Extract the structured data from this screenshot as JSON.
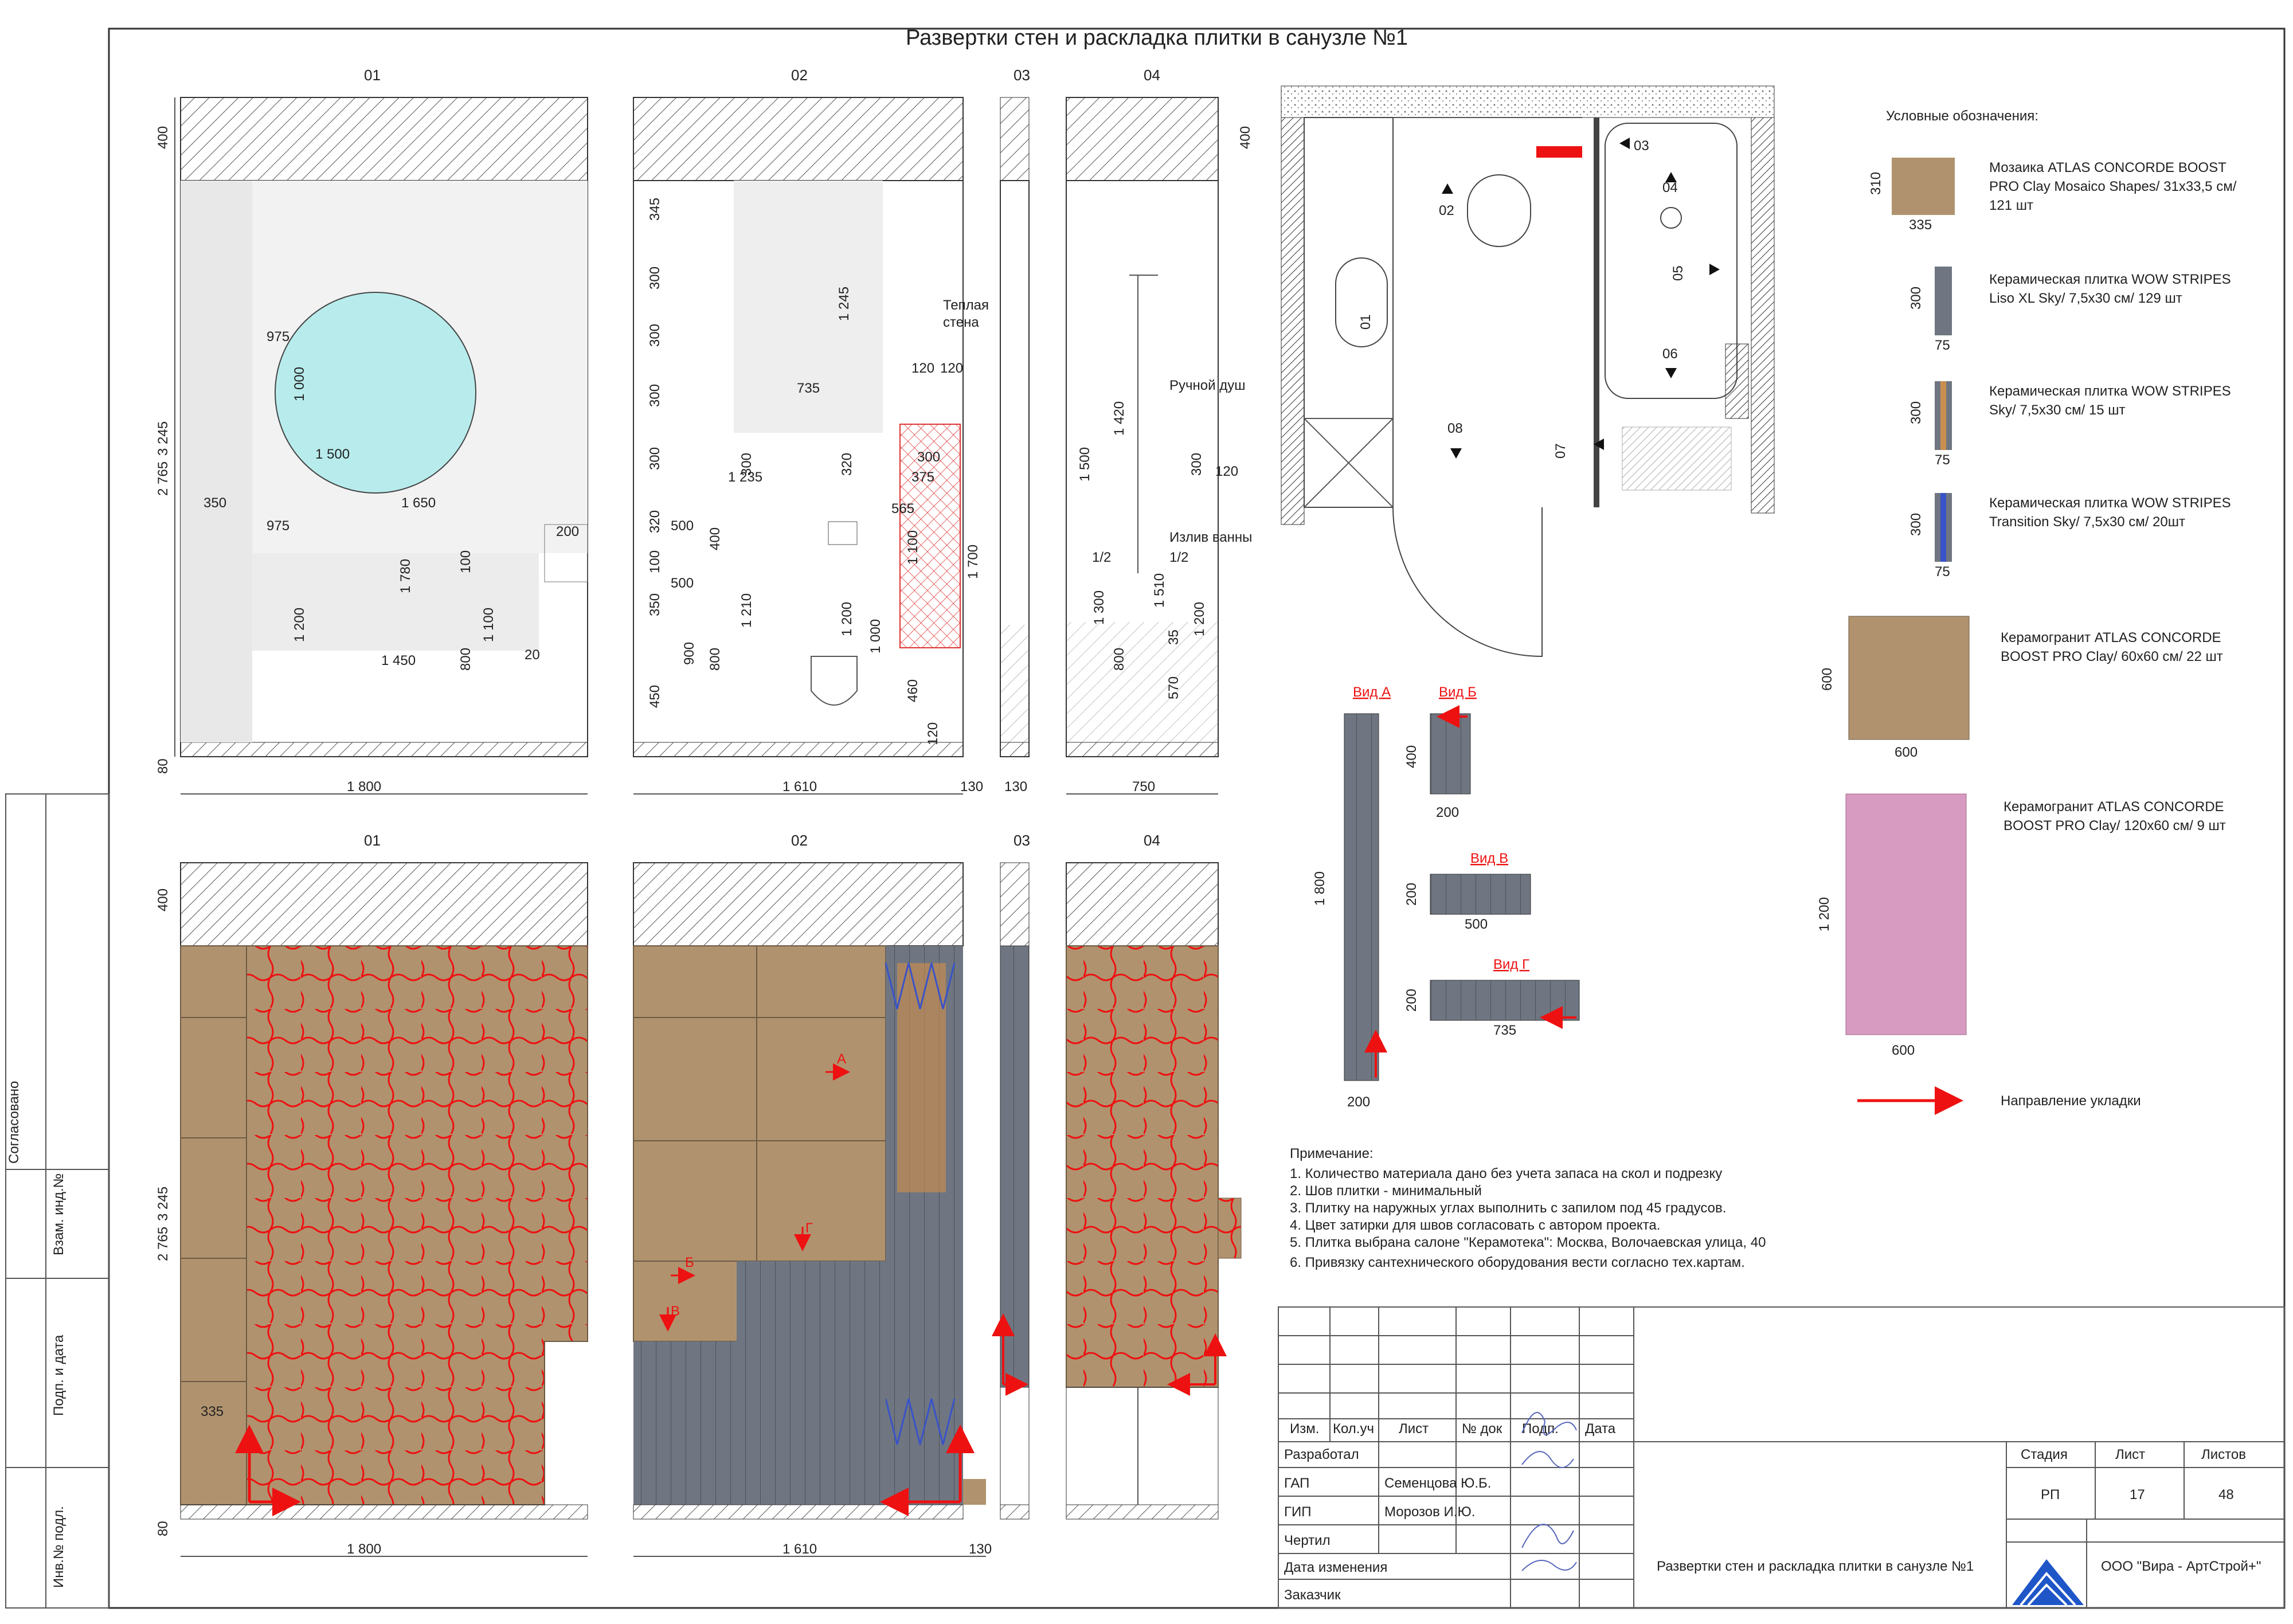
{
  "title": "Развертки стен и раскладка плитки в санузле №1",
  "sections": {
    "top": [
      "01",
      "02",
      "03",
      "04"
    ],
    "bottom": [
      "01",
      "02",
      "03",
      "04"
    ]
  },
  "elev_top": {
    "w01": {
      "h400": "400",
      "h3245": "3 245",
      "h2765": "2 765",
      "h80": "80",
      "w1800": "1 800",
      "d975a": "975",
      "d1000": "1 000",
      "d1500": "1 500",
      "d1650": "1 650",
      "d350": "350",
      "d975b": "975",
      "d200": "200",
      "d100": "100",
      "d1780": "1 780",
      "d1200": "1 200",
      "d1100": "1 100",
      "d1450": "1 450",
      "d800": "800",
      "d20": "20"
    },
    "w02": {
      "d345": "345",
      "d300a": "300",
      "d300b": "300",
      "d300c": "300",
      "d300d": "300",
      "d320": "320",
      "d100": "100",
      "d350": "350",
      "d450": "450",
      "d500a": "500",
      "d500b": "500",
      "d400": "400",
      "d900": "900",
      "d800": "800",
      "d1210": "1 210",
      "d735": "735",
      "d1235": "1 235",
      "d1245": "1 245",
      "d300e": "300",
      "d320b": "320",
      "d375": "375",
      "d565": "565",
      "d1100": "1 100",
      "d1700": "1 700",
      "d1200": "1 200",
      "d1000": "1 000",
      "d460": "460",
      "d120": "120",
      "d120a": "120",
      "d120b": "120",
      "w1610": "1 610",
      "w130": "130",
      "warm": "Теплая",
      "warm2": "стена"
    },
    "w03": {
      "w130": "130"
    },
    "w04": {
      "h400": "400",
      "d1500": "1 500",
      "d1420": "1 420",
      "d300": "300",
      "d120": "120",
      "d1300": "1 300",
      "d800": "800",
      "d1510": "1 510",
      "d35": "35",
      "d1200": "1 200",
      "d570": "570",
      "half1": "1/2",
      "half2": "1/2",
      "shower": "Ручной душ",
      "spout": "Излив ванны",
      "w750": "750"
    }
  },
  "elev_bottom": {
    "w01": {
      "h400": "400",
      "h3245": "3 245",
      "h2765": "2 765",
      "h80": "80",
      "d335": "335",
      "w1800": "1 800"
    },
    "w02": {
      "w1610": "1 610",
      "w130": "130",
      "mA": "А",
      "mB": "Б",
      "mV": "В",
      "mG": "Г"
    }
  },
  "plan": {
    "h400": "400",
    "views": [
      "01",
      "02",
      "03",
      "04",
      "05",
      "06",
      "07",
      "08"
    ]
  },
  "views": {
    "A": {
      "label": "Вид А",
      "h": "1 800",
      "w": "200"
    },
    "B": {
      "label": "Вид Б",
      "h": "400",
      "w": "200"
    },
    "V": {
      "label": "Вид В",
      "h": "200",
      "w": "500"
    },
    "G": {
      "label": "Вид Г",
      "h": "200",
      "w": "735"
    }
  },
  "notes": {
    "title": "Примечание:",
    "items": [
      "1. Количество материала дано без учета запаса на скол и подрезку",
      "2. Шов плитки - минимальный",
      "3. Плитку на наружных углах выполнить с запилом под 45 градусов.",
      "4. Цвет затирки для швов согласовать с автором проекта.",
      "5. Плитка выбрана салоне \"Керамотека\": Москва, Волочаевская улица, 40",
      "6. Привязку сантехнического оборудования вести согласно тех.картам."
    ]
  },
  "legend": {
    "title": "Условные обозначения:",
    "items": [
      {
        "h": "310",
        "w": "335",
        "lines": [
          "Мозаика ATLAS CONCORDE BOOST",
          "PRO Clay Mosaico Shapes/ 31x33,5 см/",
          "121 шт"
        ]
      },
      {
        "h": "300",
        "w": "75",
        "lines": [
          "Керамическая плитка WOW STRIPES",
          "Liso XL Sky/ 7,5x30 см/ 129 шт"
        ]
      },
      {
        "h": "300",
        "w": "75",
        "lines": [
          "Керамическая плитка WOW STRIPES",
          "Sky/ 7,5x30 см/ 15 шт"
        ]
      },
      {
        "h": "300",
        "w": "75",
        "lines": [
          "Керамическая плитка WOW STRIPES",
          "Transition Sky/ 7,5x30 см/ 20шт"
        ]
      },
      {
        "h": "600",
        "w": "600",
        "lines": [
          "Керамогранит ATLAS CONCORDE",
          "BOOST PRO Clay/ 60x60 см/ 22 шт"
        ]
      },
      {
        "h": "1 200",
        "w": "600",
        "lines": [
          "Керамогранит ATLAS CONCORDE",
          "BOOST PRO Clay/ 120x60 см/ 9 шт"
        ]
      }
    ],
    "direction": "Направление укладки"
  },
  "stamp_side": {
    "agreed": "Согласовано",
    "inv_zam": "Взам. инд.№",
    "sign_date": "Подп. и дата",
    "inv_podl": "Инв.№ подл."
  },
  "stamp": {
    "cols": [
      "Изм.",
      "Кол.уч",
      "Лист",
      "№ док",
      "Подп.",
      "Дата"
    ],
    "rows": [
      {
        "role": "Разработал",
        "name": ""
      },
      {
        "role": "ГАП",
        "name": "Семенцова Ю.Б."
      },
      {
        "role": "ГИП",
        "name": "Морозов И.Ю."
      },
      {
        "role": "Чертил",
        "name": ""
      },
      {
        "role": "Дата изменения",
        "name": ""
      },
      {
        "role": "Заказчик",
        "name": ""
      }
    ],
    "stage_h": "Стадия",
    "sheet_h": "Лист",
    "sheets_h": "Листов",
    "stage": "РП",
    "sheet": "17",
    "sheets": "48",
    "doc_title": "Развертки стен и раскладка плитки в санузле №1",
    "company": "ООО \"Вира - АртСтрой+\""
  },
  "colors": {
    "tan": "#b0936e",
    "grey": "#6f7681",
    "pink": "#d79ac0",
    "mirror": "#b8ecec",
    "red": "#e11",
    "blue": "#3953c8",
    "orange": "#c98e4f"
  }
}
